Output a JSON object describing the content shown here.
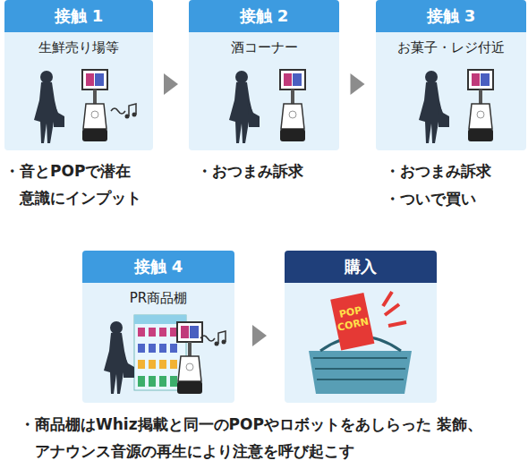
{
  "diagram": {
    "nodes": [
      {
        "text": [
          "接触 1",
          "生鮮売り場等"
        ]
      },
      {
        "text": [
          "接触 2",
          "酒コーナー"
        ]
      },
      {
        "text": [
          "接触 3",
          "お菓子・レジ付近"
        ]
      },
      {
        "text": [
          "接触 4",
          "PR商品棚"
        ]
      },
      {
        "text": [
          "購入"
        ]
      }
    ],
    "edges": [
      {
        "from": 0,
        "to": 1,
        "arrow": "to"
      },
      {
        "from": 1,
        "to": 2,
        "arrow": "to"
      },
      {
        "from": 3,
        "to": 4,
        "arrow": "to"
      }
    ],
    "labels": [
      "・音とPOPで潜在 意識にインプット",
      "・おつまみ訴求",
      "・おつまみ訴求",
      "・ついで買い",
      "・商品棚はWhiz掲載と同一のPOPやロボットをあしらった 装飾、アナウンス音源の再生により注意を呼び起こす",
      "POP",
      "CORN"
    ]
  }
}
